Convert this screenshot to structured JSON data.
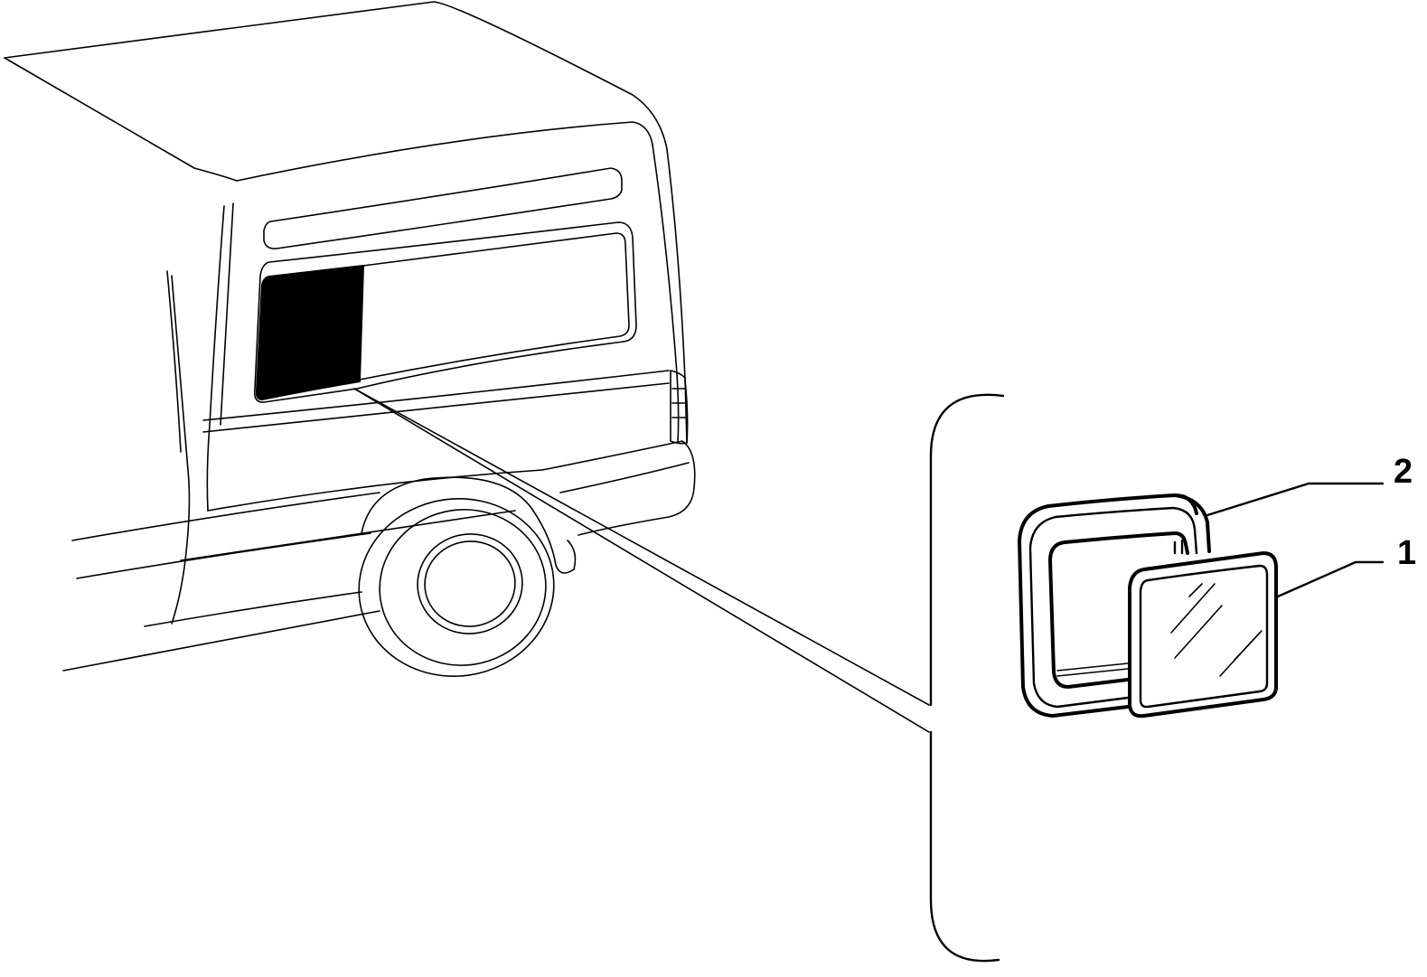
{
  "callouts": [
    {
      "id": "1",
      "label": "1",
      "part": "window-glass"
    },
    {
      "id": "2",
      "label": "2",
      "part": "window-seal"
    }
  ],
  "colors": {
    "line": "#000000",
    "background": "#ffffff",
    "highlight_fill": "#000000"
  }
}
